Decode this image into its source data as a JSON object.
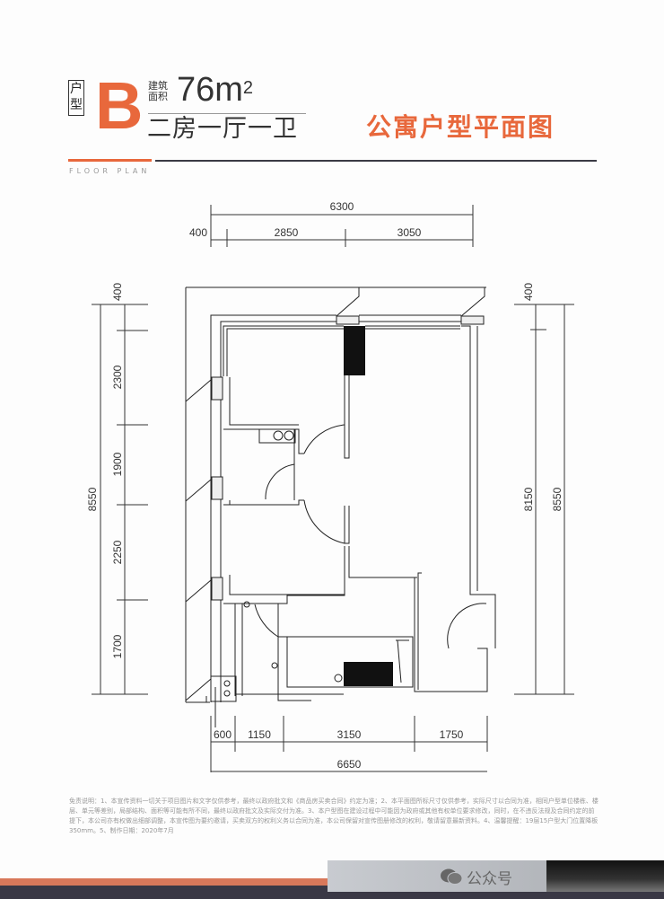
{
  "header": {
    "type_label": "户型",
    "type_letter": "B",
    "area_label_line1": "建筑",
    "area_label_line2": "面积",
    "area_value": "76m",
    "area_unit_sup": "2",
    "layout": "二房一厅一卫",
    "title": "公寓户型平面图",
    "subtitle": "FLOOR PLAN"
  },
  "dimensions": {
    "top_total": "6300",
    "top_segments": [
      "400",
      "2850",
      "3050"
    ],
    "left_total": "8550",
    "left_segments": [
      "400",
      "2300",
      "1900",
      "2250",
      "1700"
    ],
    "right_segments": [
      "400",
      "8150"
    ],
    "right_total": "8550",
    "bottom_segments": [
      "600",
      "1150",
      "3150",
      "1750"
    ],
    "bottom_total": "6650"
  },
  "disclaimer": "免责说明：1、本宣传资料一切关于项目图片和文字仅供参考，最终以政府批文和《商品房买卖合同》约定为准；2、本平面图所标尺寸仅供参考，实际尺寸以合同为准，相同户型单位楼栋、楼层、单元等差别，局部结构、面积等可能有所不同，最终以政府批文及实际交付为准。3、本户型图在建设过程中可能因为政府或其他有权单位要求修改，同时，在不违反法规及合同约定的前提下，本公司亦有权做出细部调整，本宣传图为要约邀请，买卖双方的权利义务以合同为准，本公司保留对宣传图册修改的权利，敬请留意最新资料。4、温馨提醒：19层15户型大门位置降板350mm。5、制作日期：2020年7月",
  "watermark": "公众号",
  "colors": {
    "accent": "#e8683c",
    "dark": "#3a3845"
  }
}
